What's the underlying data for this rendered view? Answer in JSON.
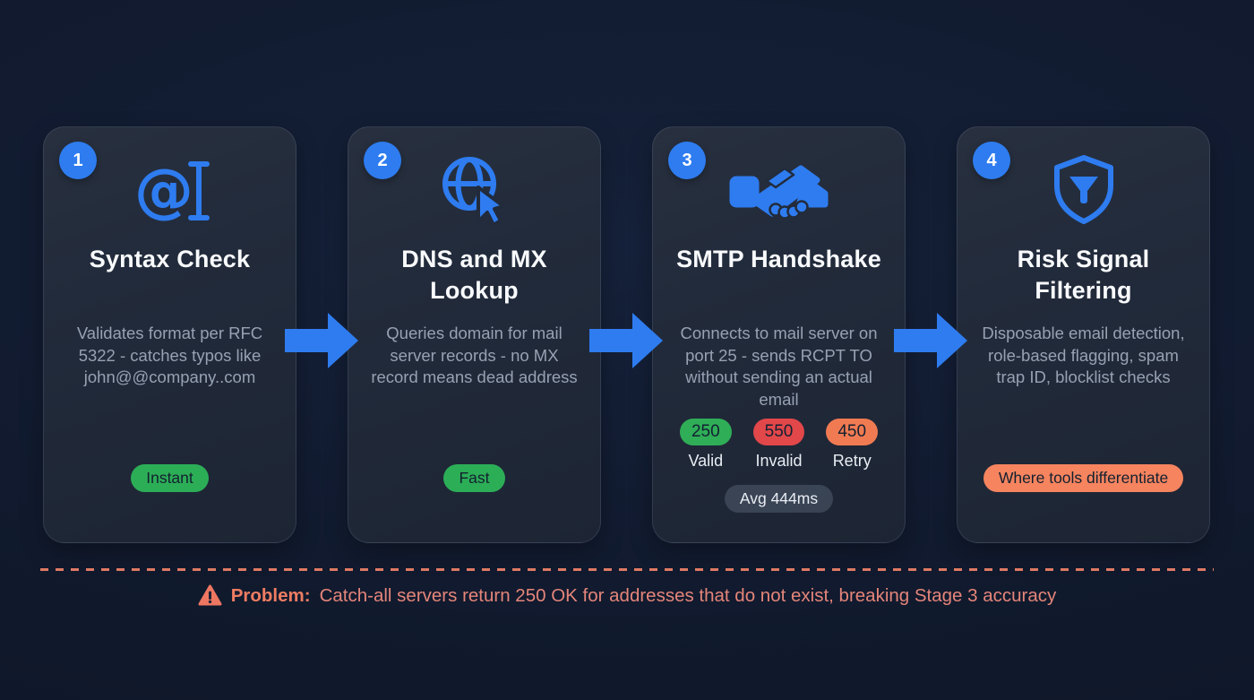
{
  "stages": [
    {
      "number": "1",
      "icon": "at-cursor-icon",
      "title": "Syntax Check",
      "description": "Validates format per RFC 5322 - catches typos like john@@company..com",
      "badge": {
        "label": "Instant",
        "color": "#2cae57"
      }
    },
    {
      "number": "2",
      "icon": "globe-cursor-icon",
      "title": "DNS and MX Lookup",
      "description": "Queries domain for mail server records - no MX record means dead address",
      "badge": {
        "label": "Fast",
        "color": "#2cae57"
      }
    },
    {
      "number": "3",
      "icon": "handshake-icon",
      "title": "SMTP Handshake",
      "description": "Connects to mail server on port 25 - sends RCPT TO without sending an actual email",
      "response_codes": [
        {
          "code": "250",
          "label": "Valid",
          "color": "#2fae57"
        },
        {
          "code": "550",
          "label": "Invalid",
          "color": "#e2474a"
        },
        {
          "code": "450",
          "label": "Retry",
          "color": "#f07b52"
        }
      ],
      "latency_badge": "Avg 444ms"
    },
    {
      "number": "4",
      "icon": "shield-filter-icon",
      "title": "Risk Signal Filtering",
      "description": "Disposable email detection, role-based flagging, spam trap ID, blocklist checks",
      "badge": {
        "label": "Where tools differentiate",
        "color": "#f5845f"
      }
    }
  ],
  "problem_note": {
    "label": "Problem:",
    "text": "Catch-all servers return 250 OK for addresses that do not exist, breaking Stage 3 accuracy"
  },
  "colors": {
    "background": "#111a2e",
    "card": "#222b3b",
    "accent_blue": "#2e7cf0",
    "green": "#2cae57",
    "red": "#e2474a",
    "orange": "#f07b52",
    "salmon_badge": "#f5845f",
    "salmon_text": "#e5857a",
    "title_text": "#f8fafc",
    "desc_text": "#96a1b3"
  }
}
